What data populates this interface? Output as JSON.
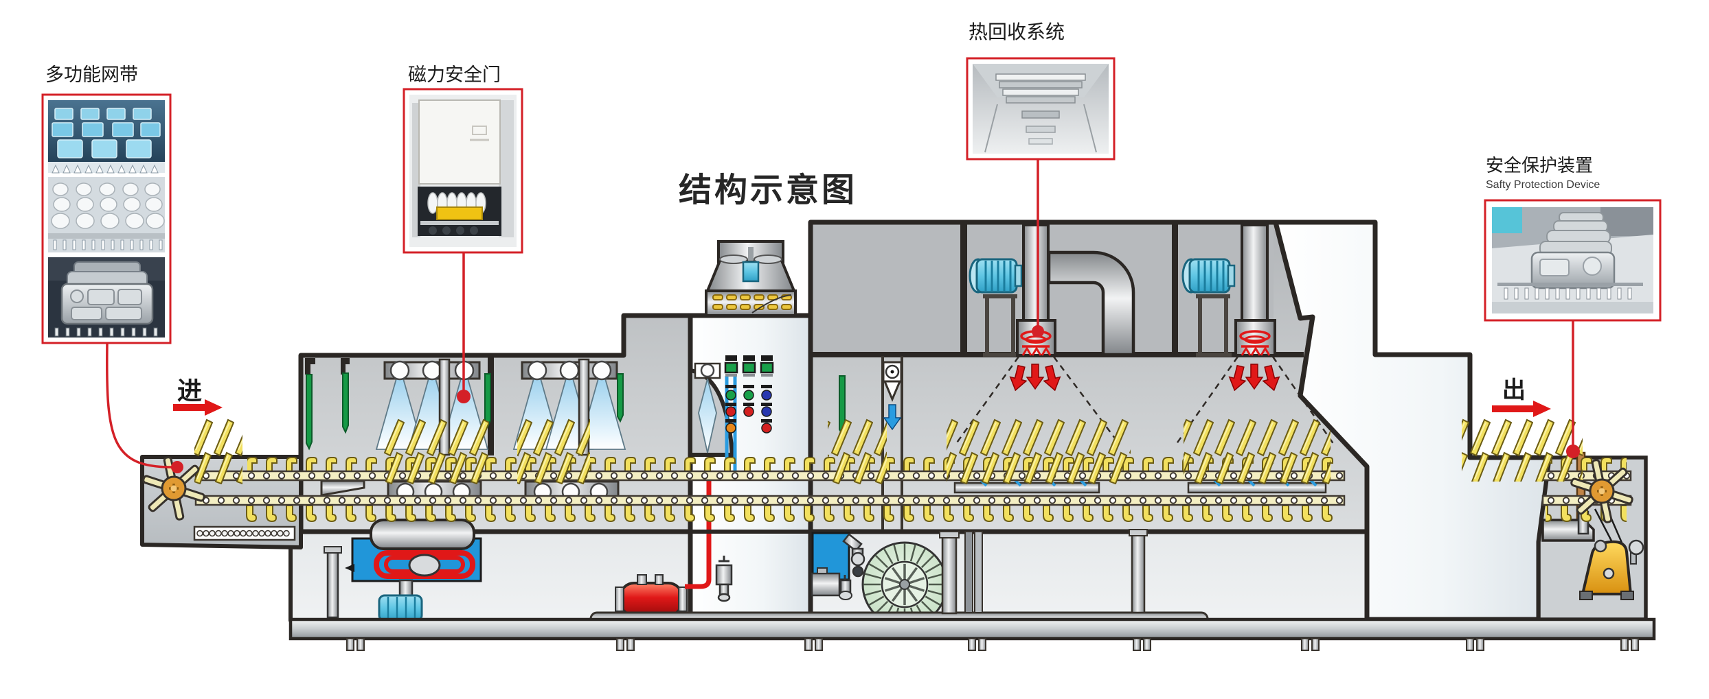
{
  "title": "结构示意图",
  "flow": {
    "in_label": "进",
    "out_label": "出"
  },
  "callouts": {
    "mesh_belt": {
      "label": "多功能网带"
    },
    "magnetic_door": {
      "label": "磁力安全门"
    },
    "heat_recovery": {
      "label": "热回收系统"
    },
    "safety_device": {
      "label": "安全保护装置",
      "label_en": "Safty Protection Device"
    }
  },
  "colors": {
    "callout_red": "#d42027",
    "outline_dark": "#2b2724",
    "machine_gray": "#c6c9cc",
    "flight_yellow": "#f2e05f",
    "water_blue": "#2196d9",
    "heater_red": "#e01818",
    "blower_cyan": "#5fc6e4",
    "curtain_green": "#169a46",
    "fan_green": "#cfe8cd",
    "motor_yellow": "#f0b428"
  }
}
